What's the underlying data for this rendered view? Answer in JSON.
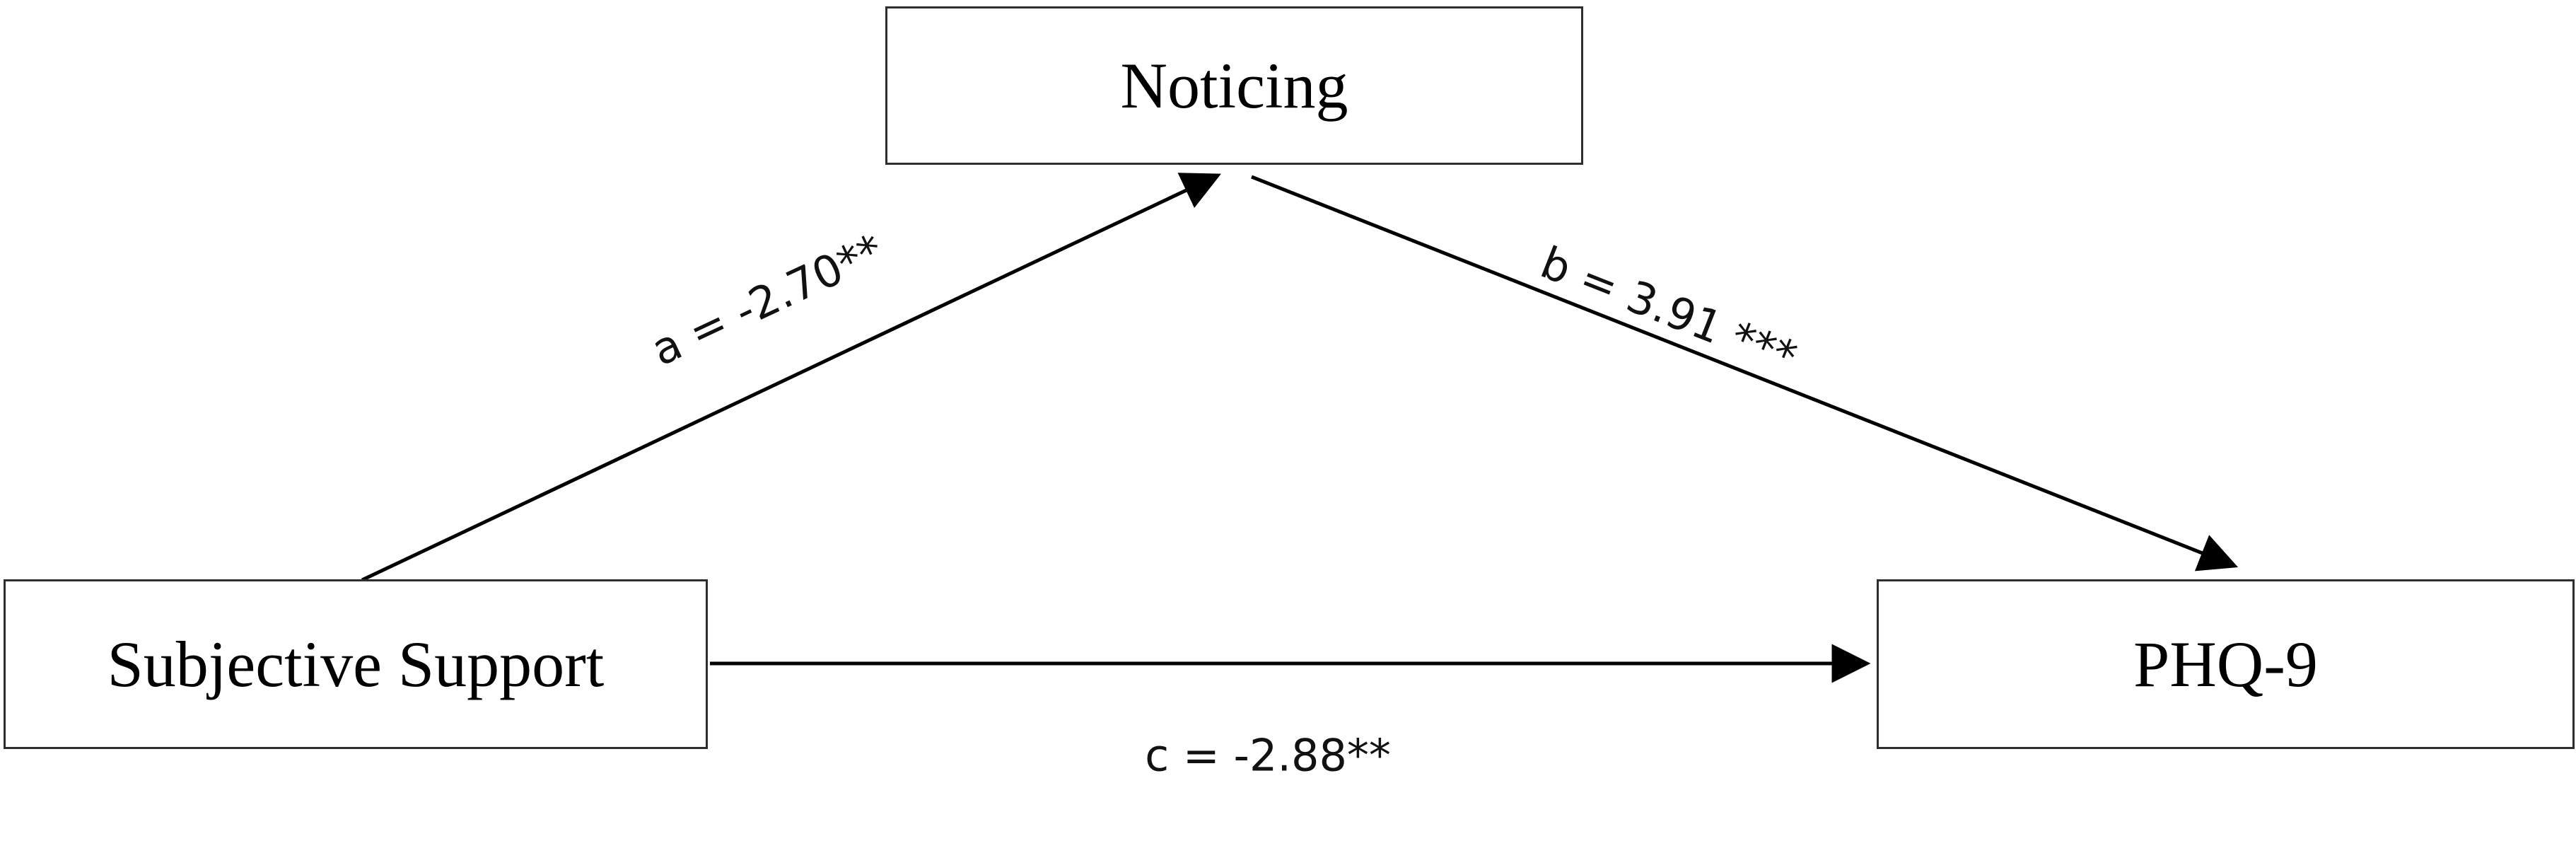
{
  "diagram": {
    "type": "mediation-path-diagram",
    "boxes": {
      "mediator": {
        "label": "Noticing"
      },
      "predictor": {
        "label": "Subjective Support"
      },
      "outcome": {
        "label": "PHQ-9"
      }
    },
    "paths": {
      "a": {
        "label": "a = -2.70**",
        "from": "Subjective Support",
        "to": "Noticing"
      },
      "b": {
        "label": "b = 3.91 ***",
        "from": "Noticing",
        "to": "PHQ-9"
      },
      "c": {
        "label": "c = -2.88**",
        "from": "Subjective Support",
        "to": "PHQ-9"
      }
    },
    "colors": {
      "line": "#000000",
      "box_border": "#2e2e2e",
      "background": "#ffffff"
    }
  }
}
